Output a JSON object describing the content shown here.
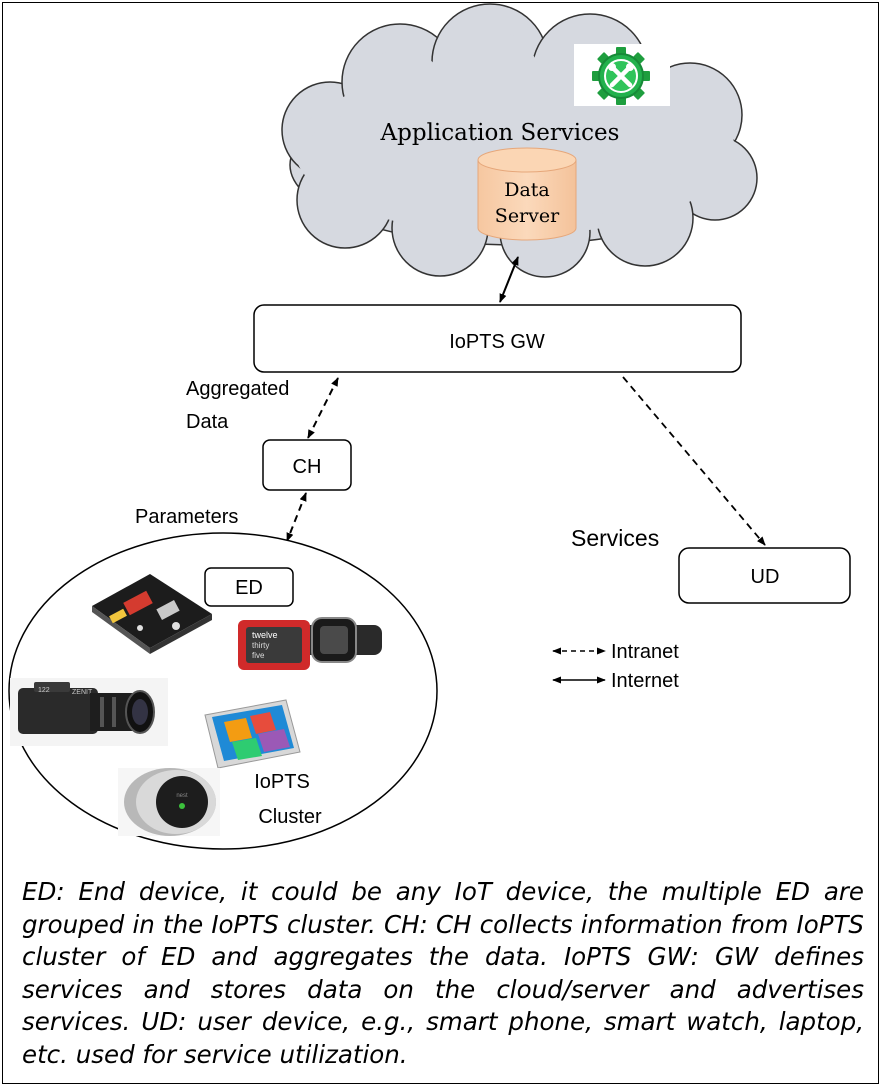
{
  "cloud": {
    "title": "Application Services",
    "data_server_line1": "Data",
    "data_server_line2": "Server",
    "icon": "gear-wrench-icon",
    "icon_color": "#22b14c"
  },
  "nodes": {
    "gateway": "IoPTS GW",
    "cluster_head": "CH",
    "end_device": "ED",
    "user_device": "UD",
    "cluster_line1": "IoPTS",
    "cluster_line2": "Cluster"
  },
  "labels": {
    "aggregated_line1": "Aggregated",
    "aggregated_line2": "Data",
    "parameters": "Parameters",
    "services": "Services"
  },
  "legend": {
    "intranet": "Intranet",
    "internet": "Internet"
  },
  "devices": [
    "dev-board-icon",
    "smart-watch-icon",
    "camera-icon",
    "tablet-icon",
    "thermostat-icon"
  ],
  "caption": "ED: End device, it could be any IoT device, the multiple ED are grouped in the IoPTS cluster. CH: CH collects information from IoPTS cluster of ED and aggregates the data. IoPTS GW: GW defines services and stores data on the cloud/server and advertises services. UD: user device, e.g., smart phone, smart watch, laptop, etc. used for service utilization."
}
